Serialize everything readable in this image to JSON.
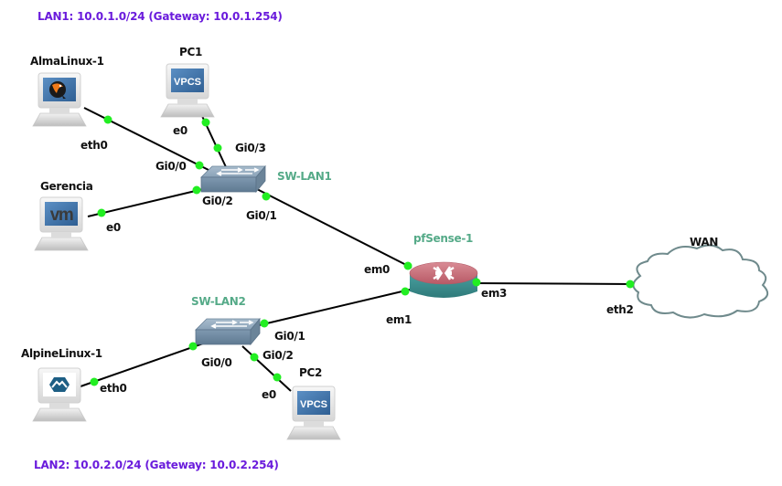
{
  "notes": {
    "lan1": "LAN1: 10.0.1.0/24 (Gateway: 10.0.1.254)",
    "lan2": "LAN2: 10.0.2.0/24 (Gateway: 10.0.2.254)"
  },
  "colors": {
    "note": "#6a1bdc",
    "switch_label": "#55aa88",
    "port_dot": "#22ee22",
    "link": "#000000",
    "router_top": "#c86a76",
    "router_body": "#3e9090",
    "switch": "#7b96ad",
    "cloud_stroke": "#6f8a8c"
  },
  "nodes": {
    "alma": {
      "label": "AlmaLinux-1",
      "icon": "almalinux-vm-icon"
    },
    "pc1": {
      "label": "PC1",
      "icon": "vpcs-icon",
      "screen_text": "VPCS"
    },
    "gerencia": {
      "label": "Gerencia",
      "icon": "vmware-vm-icon",
      "screen_text": "vm"
    },
    "sw1": {
      "label": "SW-LAN1",
      "icon": "switch-icon"
    },
    "pfsense": {
      "label": "pfSense-1",
      "icon": "router-icon"
    },
    "wan": {
      "label": "WAN",
      "icon": "cloud-icon"
    },
    "sw2": {
      "label": "SW-LAN2",
      "icon": "switch-icon"
    },
    "alpine": {
      "label": "AlpineLinux-1",
      "icon": "alpine-vm-icon"
    },
    "pc2": {
      "label": "PC2",
      "icon": "vpcs-icon",
      "screen_text": "VPCS"
    }
  },
  "ports": {
    "alma_eth0": "eth0",
    "pc1_e0": "e0",
    "sw1_gi00": "Gi0/0",
    "sw1_gi01": "Gi0/1",
    "sw1_gi02": "Gi0/2",
    "sw1_gi03": "Gi0/3",
    "gerencia_e0": "e0",
    "pf_em0": "em0",
    "pf_em1": "em1",
    "pf_em3": "em3",
    "wan_eth2": "eth2",
    "sw2_gi00": "Gi0/0",
    "sw2_gi01": "Gi0/1",
    "sw2_gi02": "Gi0/2",
    "alpine_eth0": "eth0",
    "pc2_e0": "e0"
  },
  "links": [
    {
      "from": "AlmaLinux-1",
      "from_port": "eth0",
      "to": "SW-LAN1",
      "to_port": "Gi0/0"
    },
    {
      "from": "PC1",
      "from_port": "e0",
      "to": "SW-LAN1",
      "to_port": "Gi0/3"
    },
    {
      "from": "Gerencia",
      "from_port": "e0",
      "to": "SW-LAN1",
      "to_port": "Gi0/2"
    },
    {
      "from": "SW-LAN1",
      "from_port": "Gi0/1",
      "to": "pfSense-1",
      "to_port": "em0"
    },
    {
      "from": "SW-LAN2",
      "from_port": "Gi0/1",
      "to": "pfSense-1",
      "to_port": "em1"
    },
    {
      "from": "pfSense-1",
      "from_port": "em3",
      "to": "WAN",
      "to_port": "eth2"
    },
    {
      "from": "AlpineLinux-1",
      "from_port": "eth0",
      "to": "SW-LAN2",
      "to_port": "Gi0/0"
    },
    {
      "from": "PC2",
      "from_port": "e0",
      "to": "SW-LAN2",
      "to_port": "Gi0/2"
    }
  ]
}
